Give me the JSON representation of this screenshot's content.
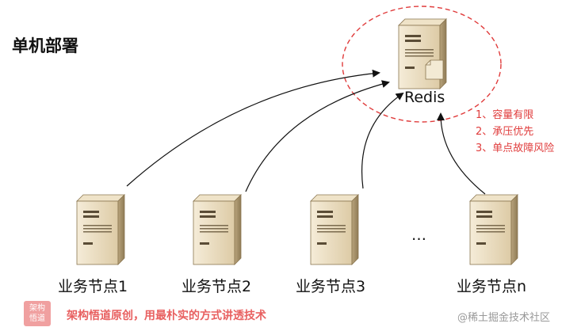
{
  "title": "单机部署",
  "redis": {
    "label": "Redis"
  },
  "risks": [
    "1、容量有限",
    "2、承压优先",
    "3、单点故障风险"
  ],
  "nodes": [
    {
      "label": "业务节点1"
    },
    {
      "label": "业务节点2"
    },
    {
      "label": "业务节点3"
    },
    {
      "label": "业务节点n"
    }
  ],
  "ellipsis": "…",
  "footer": {
    "logo_line1": "架构",
    "logo_line2": "悟道",
    "left_text": "架构悟道原创，用最朴实的方式讲透技术",
    "right_text": "@稀土掘金技术社区"
  },
  "colors": {
    "risk_text": "#e03c3c",
    "dashed_circle": "#e03c3c",
    "server_body": "#e9dcc2",
    "footer_brand": "#e86060"
  },
  "icons": [
    "server-icon",
    "database-icon"
  ]
}
